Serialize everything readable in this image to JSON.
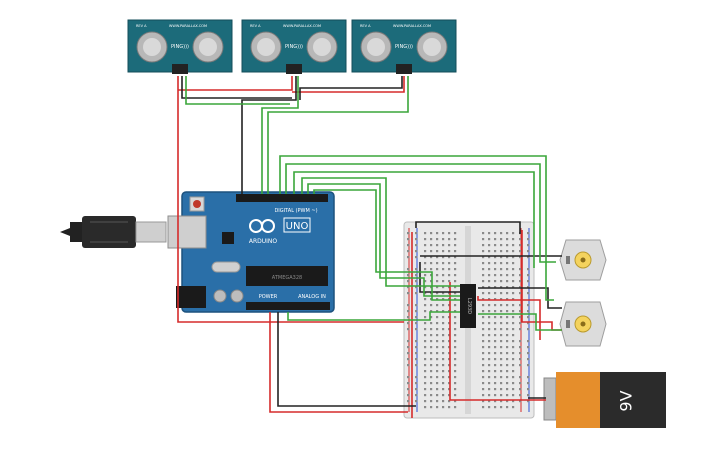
{
  "sensors": [
    {
      "model": "PING)))",
      "brand": "WWW.PARALLAX.COM",
      "rev": "REV A"
    },
    {
      "model": "PING)))",
      "brand": "WWW.PARALLAX.COM",
      "rev": "REV A"
    },
    {
      "model": "PING)))",
      "brand": "WWW.PARALLAX.COM",
      "rev": "REV A"
    }
  ],
  "arduino": {
    "brand": "ARDUINO",
    "model": "UNO",
    "digital_label": "DIGITAL (PWM ~)",
    "power_label": "POWER",
    "analog_label": "ANALOG IN",
    "chip_label": "ATMEGA328"
  },
  "driver_chip": {
    "label": "L293D"
  },
  "battery": {
    "label": "9V"
  },
  "colors": {
    "board": "#2a6fa8",
    "sensor": "#1c6b7a",
    "wire_red": "#d52b2b",
    "wire_green": "#3aa63a",
    "wire_black": "#222222",
    "breadboard": "#e9e9e9",
    "battery_orange": "#e58e2c",
    "battery_dark": "#2b2b2b"
  }
}
